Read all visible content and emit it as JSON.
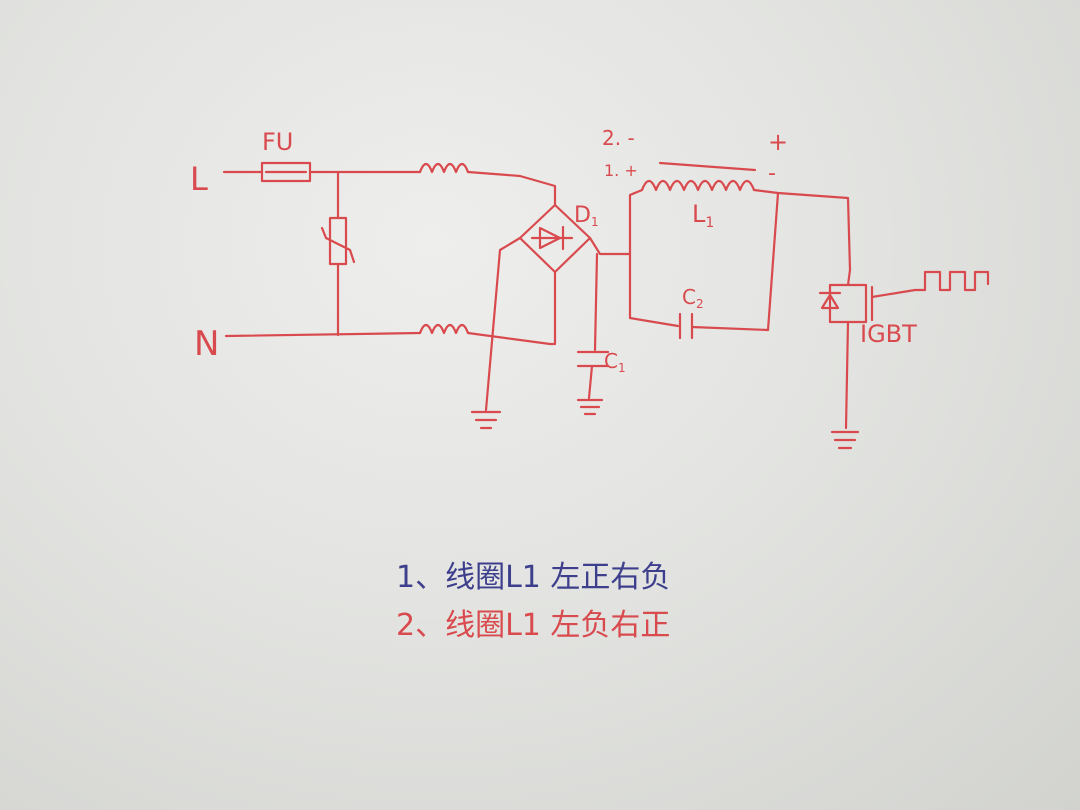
{
  "colors": {
    "ink_red": "#d94a4e",
    "ink_blue": "#3d3f8c",
    "paper": "#e6e7e4"
  },
  "labels": {
    "line": "L",
    "neutral": "N",
    "fuse": "FU",
    "bridge": "D",
    "bridge_sub": "1",
    "cap1": "C",
    "cap1_sub": "1",
    "cap2": "C",
    "cap2_sub": "2",
    "coil": "L",
    "coil_sub": "1",
    "igbt": "IGBT",
    "polarity_2_left": "2. -",
    "polarity_1_left": "1. +",
    "polarity_2_right": "+",
    "polarity_1_right": "-"
  },
  "notes": [
    {
      "text": "1、线圈L1  左正右负",
      "color": "#3d3f8c"
    },
    {
      "text": "2、线圈L1  左负右正",
      "color": "#d94a4e"
    }
  ]
}
